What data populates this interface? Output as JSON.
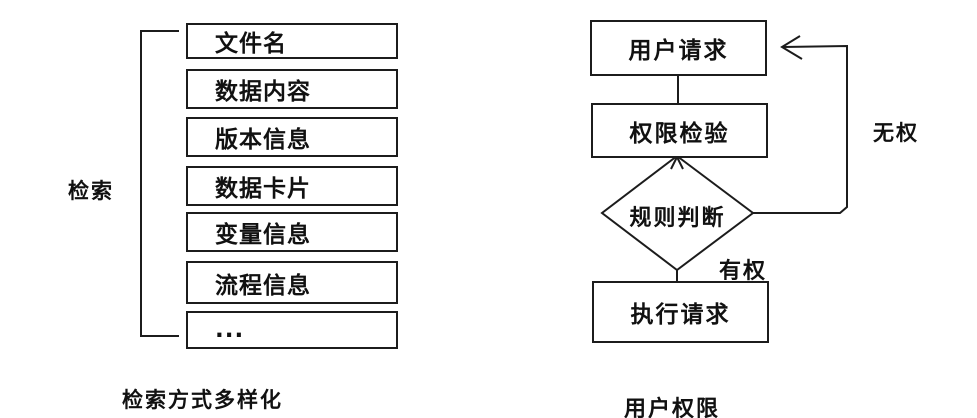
{
  "left_panel": {
    "bracket_label": "检索",
    "items": [
      "文件名",
      "数据内容",
      "版本信息",
      "数据卡片",
      "变量信息",
      "流程信息",
      "..."
    ],
    "caption": "检索方式多样化"
  },
  "right_panel": {
    "nodes": {
      "user_request": "用户请求",
      "permission_check": "权限检验",
      "rule_judgment": "规则判断",
      "execute_request": "执行请求"
    },
    "edge_labels": {
      "no_permission": "无权",
      "has_permission": "有权"
    },
    "caption": "用户权限"
  },
  "colors": {
    "background": "#ffffff",
    "line": "#1c1c1c",
    "text": "#111111"
  }
}
